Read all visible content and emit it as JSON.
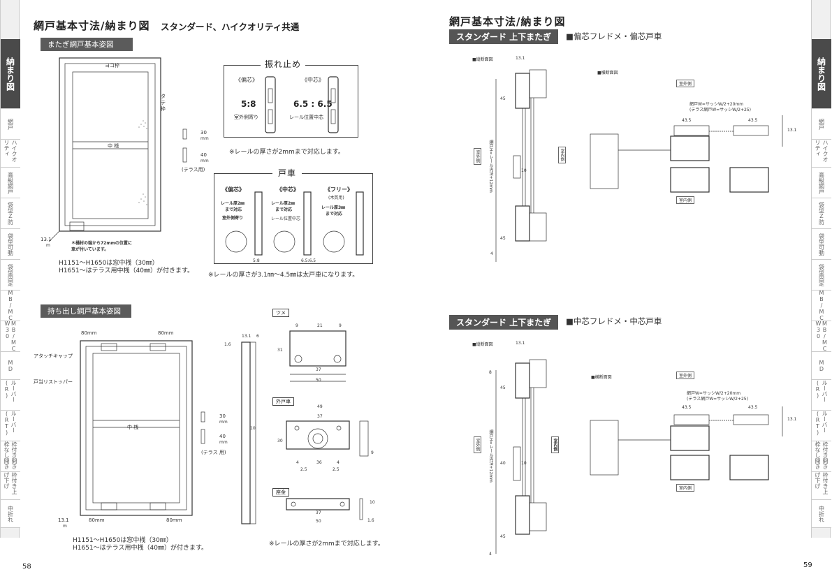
{
  "left": {
    "title": "網戸基本寸法/納まり図",
    "subtitle": "スタンダード、ハイクオリティ共通",
    "section1": {
      "header": "またぎ網戸基本姿図",
      "labels": {
        "yoko": "ヨコ枠",
        "tate": "タテ枠",
        "naka": "中 桟",
        "dim13": "13.1",
        "m": "m"
      },
      "dims": {
        "d30": "30",
        "d40": "40",
        "mm": "mm",
        "terasu": "(テラス用)"
      },
      "note_wheel": "＊樋材の端から72mmの位置に\n車が付いています。",
      "note_h1": "H1151〜H1650は窓中桟（30㎜）",
      "note_h2": "H1651〜はテラス用中桟（40㎜）が付きます。"
    },
    "furedome": {
      "title": "振れ止め",
      "hen": "《偏芯》",
      "chu": "《中芯》",
      "ratio1": "5:8",
      "ratio2": "6.5 : 6.5",
      "cap1": "室外側寄り",
      "cap2": "レール位置中芯",
      "note": "※レールの厚さが2mmまで対応します。"
    },
    "togurma": {
      "title": "戸車",
      "hen": "《偏芯》",
      "chu": "《中芯》",
      "free": "《フリー》",
      "free_sub": "(木質用)",
      "hen_desc1": "レール厚2㎜",
      "hen_desc2": "まで対応",
      "hen_desc3": "室外側寄り",
      "chu_desc1": "レール厚2㎜",
      "chu_desc2": "まで対応",
      "chu_desc3": "レール位置中芯",
      "free_desc1": "レール厚3㎜",
      "free_desc2": "まで対応",
      "r1": "5:8",
      "r2": "6.5:6.5",
      "note": "※レールの厚さが3.1㎜〜4.5㎜は太戸車になります。"
    },
    "section2": {
      "header": "持ち出し網戸基本姿図",
      "attach": "アタッチキャップ",
      "stopper": "戸当リストッパー",
      "d80": "80mm",
      "naka": "中 桟",
      "d30": "30",
      "d40": "40",
      "mm": "mm",
      "terasu": "(テラス 用)",
      "dim13": "13.1",
      "m": "m",
      "note_h1": "H1151〜H1650は窓中桟（30㎜）",
      "note_h2": "H1651〜はテラス用中桟（40㎜）が付きます。"
    },
    "parts": {
      "tsume": "ツメ",
      "sotogurma": "外戸車",
      "zagane": "座金",
      "note": "※レールの厚さが2mmまで対応します。",
      "t_9a": "9",
      "t_21": "21",
      "t_9b": "9",
      "t_31": "31",
      "t_37": "37",
      "t_50": "50",
      "s_49": "49",
      "s_37": "37",
      "s_30": "30",
      "s_36": "36",
      "s_4a": "4",
      "s_4b": "4",
      "s_25a": "2.5",
      "s_25b": "2.5",
      "s_9": "9",
      "z_37": "37",
      "z_50": "50",
      "z_10": "10",
      "z_16": "1.6",
      "c_131": "13.1",
      "c_6": "6",
      "c_16": "1.6",
      "c_10": "10"
    },
    "page_number": "58"
  },
  "right": {
    "title": "網戸基本寸法/納まり図",
    "bar1": "スタンダード 上下またぎ",
    "bar1_sub": "■偏芯フレドメ・偏芯戸車",
    "bar2": "スタンダード 上下またぎ",
    "bar2_sub": "■中芯フレドメ・中芯戸車",
    "jyudan": "■縦断面図",
    "oudan": "■横断面図",
    "out": "室外側",
    "in": "室内側",
    "formula": "網戸W=サッシW/2+20mm",
    "formula2": "(テラス網戸W=サッシW/2+25)",
    "h_formula": "網戸H=レール内法+12mm",
    "d131": "13.1",
    "d435": "43.5",
    "d45": "45",
    "d40": "40",
    "d10": "10",
    "d8": "8",
    "d4": "4",
    "page_number": "59"
  },
  "tabs_left": [
    {
      "label": "納まり図",
      "active": true
    },
    {
      "label": "網戸",
      "active": false
    },
    {
      "label": "ハイクオリティ",
      "active": false
    },
    {
      "label": "高級網戸",
      "active": false
    },
    {
      "label": "袋型Z防",
      "active": false
    },
    {
      "label": "袋型可動",
      "active": false
    },
    {
      "label": "袋型固定",
      "active": false
    },
    {
      "label": "MB/MC",
      "active": false
    },
    {
      "label": "MB/MC W30",
      "active": false
    },
    {
      "label": "MD",
      "active": false
    },
    {
      "label": "ルーバー(R)",
      "active": false
    },
    {
      "label": "ルーバー(RT)",
      "active": false
    },
    {
      "label": "枠付き開き枠なし開き",
      "active": false
    },
    {
      "label": "枠付き上げ下げ",
      "active": false
    },
    {
      "label": "中折れ",
      "active": false
    }
  ],
  "tabs_right": [
    {
      "label": "納まり図",
      "active": true
    },
    {
      "label": "網戸",
      "active": false
    },
    {
      "label": "ハイクオリティ",
      "active": false
    },
    {
      "label": "高級網戸",
      "active": false
    },
    {
      "label": "袋型Z防",
      "active": false
    },
    {
      "label": "袋型可動",
      "active": false
    },
    {
      "label": "袋型固定",
      "active": false
    },
    {
      "label": "MB/MC",
      "active": false
    },
    {
      "label": "MB/MC W30",
      "active": false
    },
    {
      "label": "MD",
      "active": false
    },
    {
      "label": "ルーバー(R)",
      "active": false
    },
    {
      "label": "ルーバー(RT)",
      "active": false
    },
    {
      "label": "枠付き開き枠なし開き",
      "active": false
    },
    {
      "label": "枠付き上げ下げ",
      "active": false
    },
    {
      "label": "中折れ",
      "active": false
    }
  ]
}
